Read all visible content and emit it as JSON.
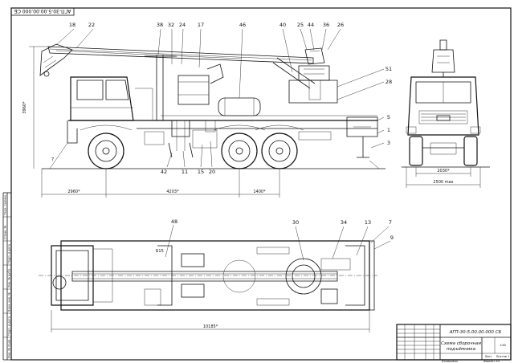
{
  "sheet": {
    "stamp_rotated": "АГП-30-5.00.00.000 СБ"
  },
  "callouts": {
    "side": [
      "18",
      "22",
      "38",
      "32",
      "24",
      "17",
      "46",
      "40",
      "25",
      "44",
      "36",
      "26",
      "51",
      "28",
      "5",
      "1",
      "3",
      "42",
      "11",
      "15",
      "20"
    ],
    "top": [
      "48",
      "30",
      "34",
      "13",
      "7",
      "9"
    ]
  },
  "dimensions": {
    "height": "3960*",
    "d1": "2960*",
    "d2": "4203*",
    "d3": "1400*",
    "front_inner": "2030*",
    "front_outer": "2500 max",
    "overall_length": "10185*",
    "plan_label": "Б15",
    "front_angle": "7"
  },
  "title_block": {
    "doc_number": "АГП-30-5.00.00.000 СБ",
    "title_line1": "Схема сборочная",
    "title_line2": "подъёмника",
    "scale": "1:80",
    "sheet_label": "Лист",
    "sheets_label": "Листов 1",
    "format": "Формат А3",
    "copied": "Копировал"
  },
  "side_strip": {
    "cells": [
      "Перв. примен.",
      "Справ. №",
      "Подп. и дата",
      "Инв. № дубл.",
      "Взам. инв. №",
      "Подп. и дата",
      "Инв. № подл."
    ]
  }
}
